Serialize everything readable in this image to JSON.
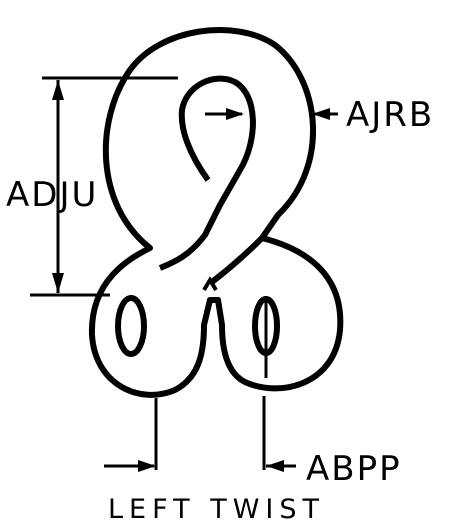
{
  "labels": {
    "ajrb": "AJRB",
    "adju": "ADJU",
    "abpp": "ABPP",
    "caption": "LEFT TWIST"
  },
  "colors": {
    "ink": "#000000",
    "background": "#ffffff"
  }
}
